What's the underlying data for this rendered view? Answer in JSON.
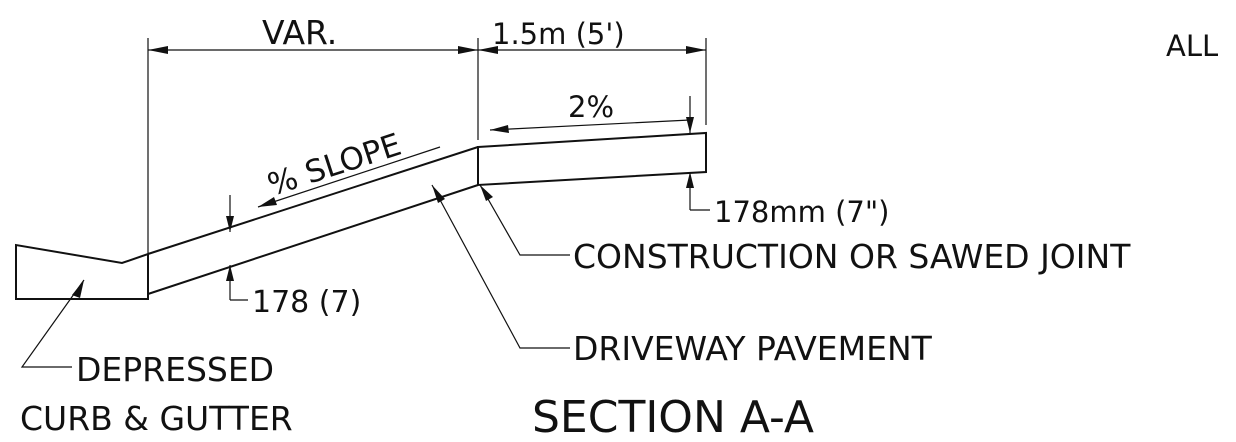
{
  "dims": {
    "var": "VAR.",
    "width": "1.5m (5')",
    "slope_top": "2%",
    "slope_main": "% SLOPE",
    "thick_right": "178mm (7\")",
    "thick_left": "178 (7)"
  },
  "callouts": {
    "joint": "CONSTRUCTION OR SAWED JOINT",
    "pavement": "DRIVEWAY PAVEMENT",
    "curb_line1": "DEPRESSED",
    "curb_line2": "CURB & GUTTER"
  },
  "note": "ALL",
  "title": "SECTION A-A"
}
